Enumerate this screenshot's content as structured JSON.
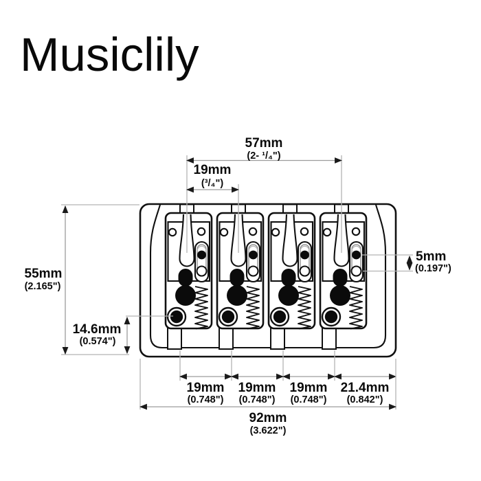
{
  "brand": {
    "logo": "Musiclily"
  },
  "diagram": {
    "subject": "4-string-bass-bridge-top-view",
    "dims": {
      "string_spread": {
        "value": "57mm",
        "inches": "(2- ¹/₄\")"
      },
      "string_spacing_top": {
        "value": "19mm",
        "inches": "(³/₄\")"
      },
      "overall_depth": {
        "value": "55mm",
        "inches": "(2.165\")"
      },
      "string_hole_offset": {
        "value": "14.6mm",
        "inches": "(0.574\")"
      },
      "saddle_adjust": {
        "value": "5mm",
        "inches": "(0.197\")"
      },
      "spacing_1": {
        "value": "19mm",
        "inches": "(0.748\")"
      },
      "spacing_2": {
        "value": "19mm",
        "inches": "(0.748\")"
      },
      "spacing_3": {
        "value": "19mm",
        "inches": "(0.748\")"
      },
      "edge_offset": {
        "value": "21.4mm",
        "inches": "(0.842\")"
      },
      "overall_width": {
        "value": "92mm",
        "inches": "(3.622\")"
      }
    }
  }
}
